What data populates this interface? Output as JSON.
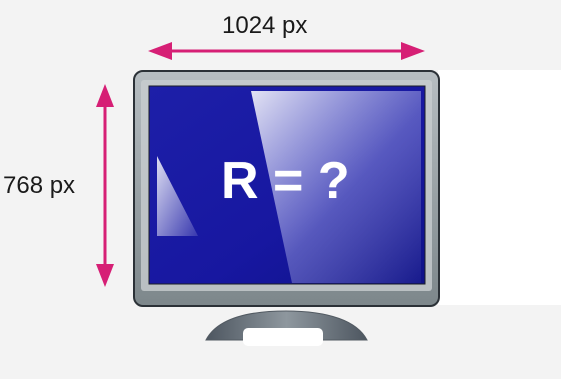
{
  "labels": {
    "width": "1024 px",
    "height": "768 px",
    "screen": "R = ?"
  },
  "colors": {
    "arrow": "#d61f75",
    "screen_blue": "#18189a",
    "screen_highlight": "#ffffff",
    "bezel": "#8f999b",
    "bezel_edge": "#2a2f35",
    "stand": "#5e6770"
  },
  "icons": {
    "monitor": "monitor-icon",
    "width_arrow": "double-arrow-horizontal-icon",
    "height_arrow": "double-arrow-vertical-icon"
  }
}
